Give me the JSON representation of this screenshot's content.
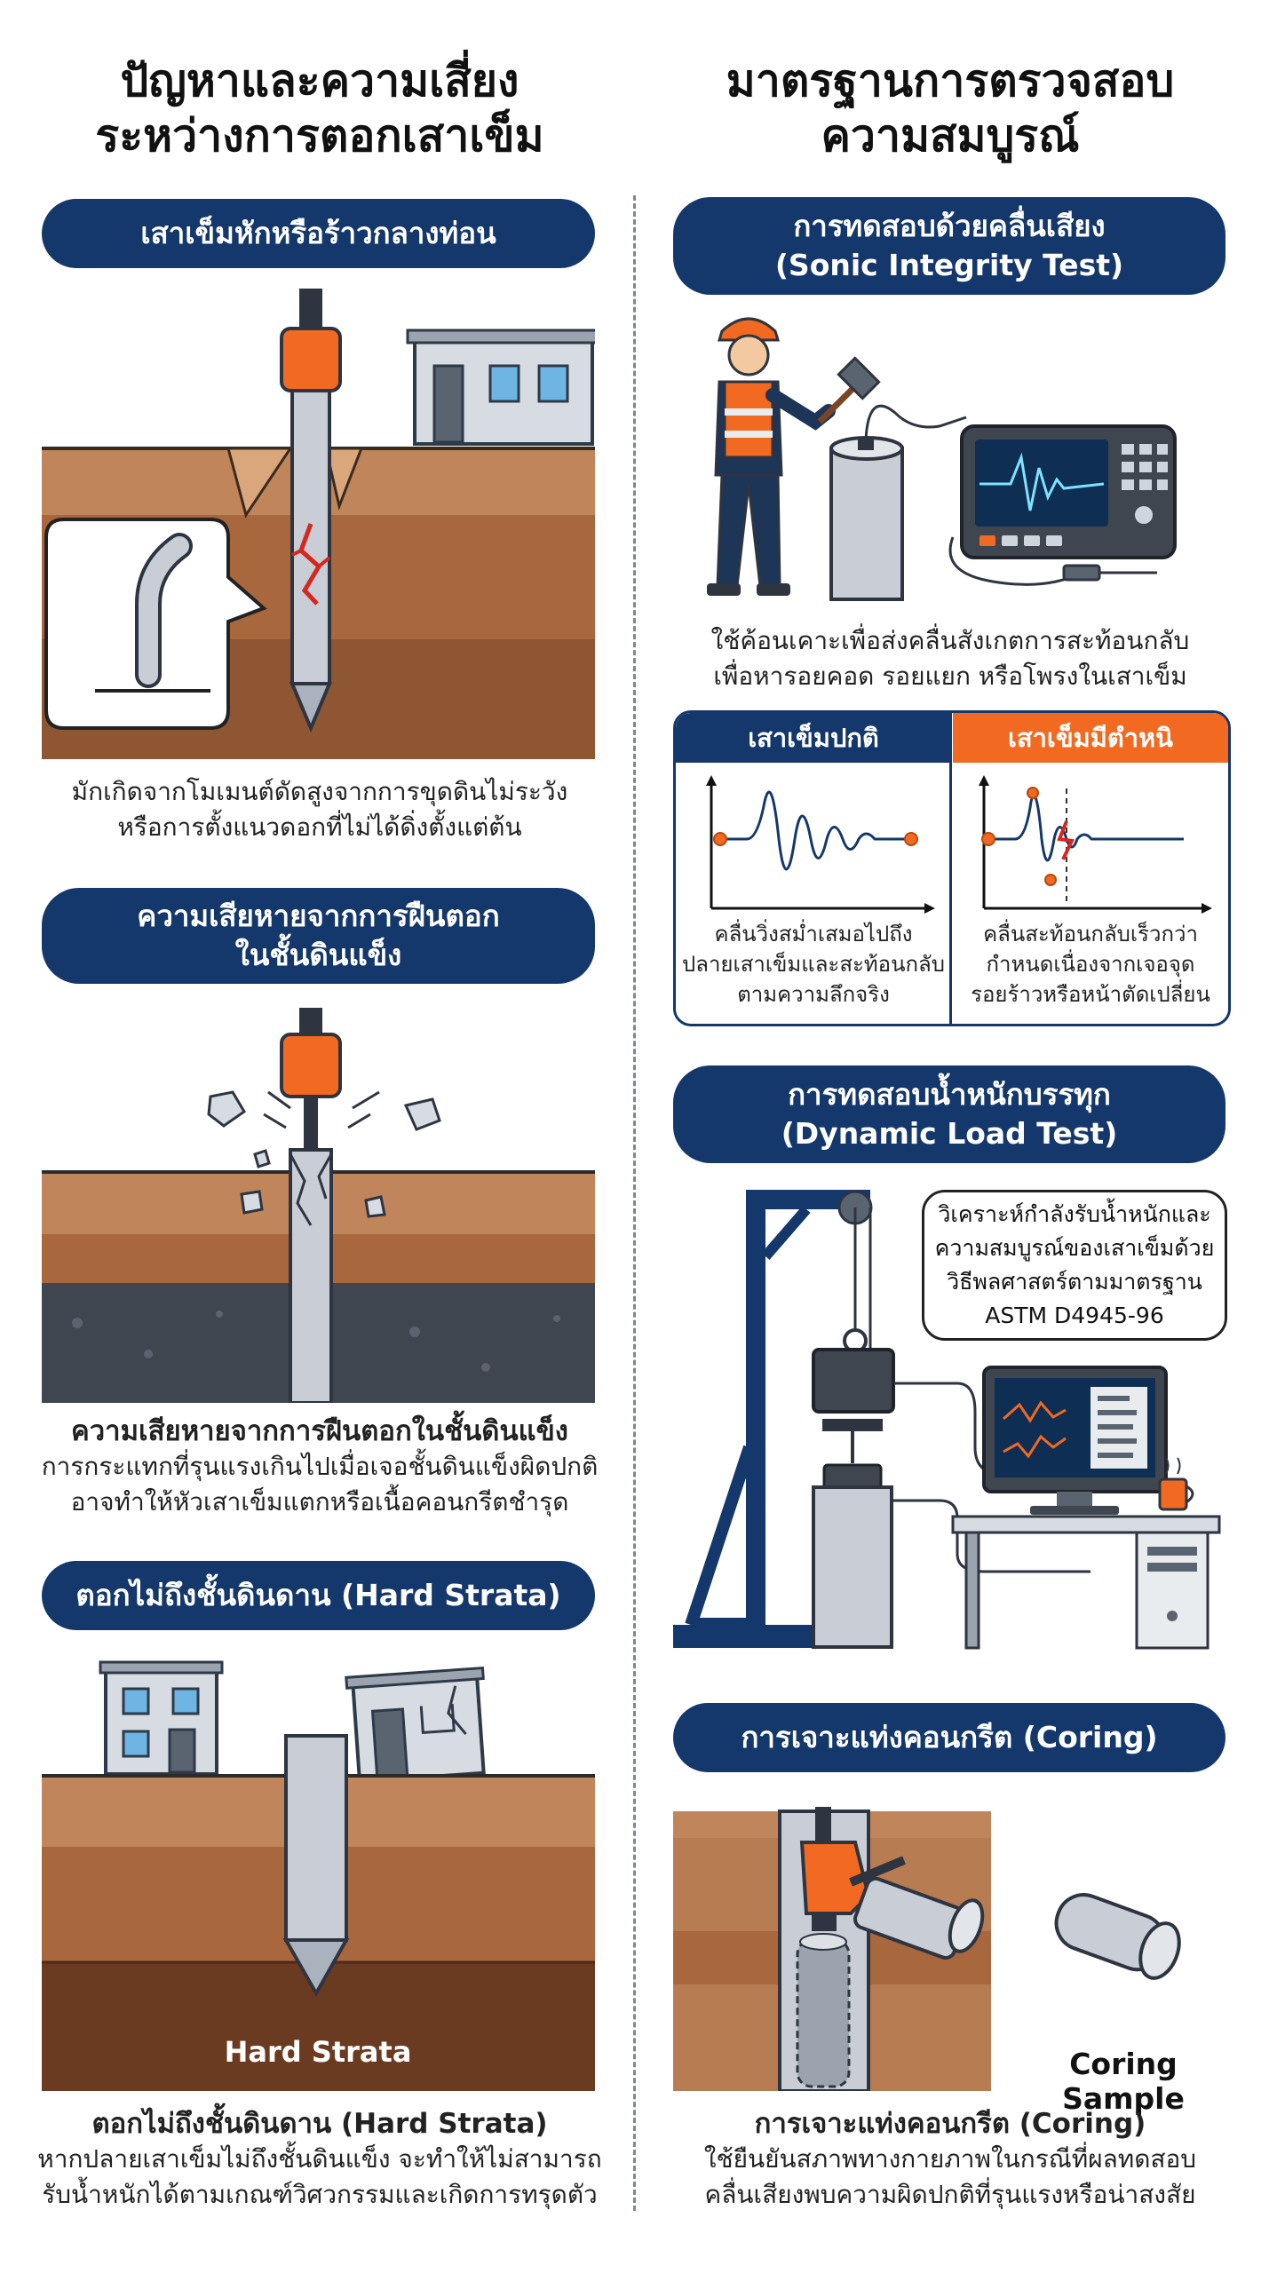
{
  "left": {
    "title_line1": "ปัญหาและความเสี่ยง",
    "title_line2": "ระหว่างการตอกเสาเข็ม",
    "sec1": {
      "pill": "เสาเข็มหักหรือร้าวกลางท่อน",
      "caption_line1": "มักเกิดจากโมเมนต์ดัดสูงจากการขุดดินไม่ระวัง",
      "caption_line2": "หรือการตั้งแนวดอกที่ไม่ได้ดิ่งตั้งแต่ต้น"
    },
    "sec2": {
      "pill_line1": "ความเสียหายจากการฝืนตอก",
      "pill_line2": "ในชั้นดินแข็ง",
      "caption_title": "ความเสียหายจากการฝืนตอกในชั้นดินแข็ง",
      "caption_line1": "การกระแทกที่รุนแรงเกินไปเมื่อเจอชั้นดินแข็งผิดปกติ",
      "caption_line2": "อาจทำให้หัวเสาเข็มแตกหรือเนื้อคอนกรีตชำรุด"
    },
    "sec3": {
      "pill": "ตอกไม่ถึงชั้นดินดาน (Hard Strata)",
      "stratum_label": "Hard Strata",
      "caption_title": "ตอกไม่ถึงชั้นดินดาน (Hard Strata)",
      "caption_line1": "หากปลายเสาเข็มไม่ถึงชั้นดินแข็ง จะทำให้ไม่สามารถ",
      "caption_line2": "รับน้ำหนักได้ตามเกณฑ์วิศวกรรมและเกิดการทรุดตัว"
    }
  },
  "right": {
    "title_line1": "มาตรฐานการตรวจสอบ",
    "title_line2": "ความสมบูรณ์",
    "sec1": {
      "pill_line1": "การทดสอบด้วยคลื่นเสียง",
      "pill_line2": "(Sonic Integrity Test)",
      "caption_line1": "ใช้ค้อนเคาะเพื่อส่งคลื่นสังเกตการสะท้อนกลับ",
      "caption_line2": "เพื่อหารอยคอด รอยแยก หรือโพรงในเสาเข็ม",
      "normal_header": "เสาเข็มปกติ",
      "defect_header": "เสาเข็มมีตำหนิ",
      "normal_line1": "คลื่นวิ่งสม่ำเสมอไปถึง",
      "normal_line2": "ปลายเสาเข็มและสะท้อนกลับ",
      "normal_line3": "ตามความลึกจริง",
      "defect_line1": "คลื่นสะท้อนกลับเร็วกว่า",
      "defect_line2": "กำหนดเนื่องจากเจอจุด",
      "defect_line3": "รอยร้าวหรือหน้าตัดเปลี่ยน"
    },
    "sec2": {
      "pill_line1": "การทดสอบน้ำหนักบรรทุก",
      "pill_line2": "(Dynamic Load Test)",
      "bubble_line1": "วิเคราะห์กำลังรับน้ำหนักและ",
      "bubble_line2": "ความสมบูรณ์ของเสาเข็มด้วย",
      "bubble_line3": "วิธีพลศาสตร์ตามมาตรฐาน",
      "bubble_line4": "ASTM D4945-96"
    },
    "sec3": {
      "pill": "การเจาะแท่งคอนกรีต (Coring)",
      "sample_label": "Coring Sample",
      "caption_title": "การเจาะแท่งคอนกรีต (Coring)",
      "caption_line1": "ใช้ยืนยันสภาพทางกายภาพในกรณีที่ผลทดสอบ",
      "caption_line2": "คลื่นเสียงพบความผิดปกติที่รุนแรงหรือน่าสงสัย"
    }
  },
  "colors": {
    "navy": "#14386b",
    "orange": "#f26a21",
    "soil_top": "#c0855a",
    "soil_mid": "#a8673d",
    "soil_deep": "#7a4526",
    "steel": "#c9ced6"
  }
}
